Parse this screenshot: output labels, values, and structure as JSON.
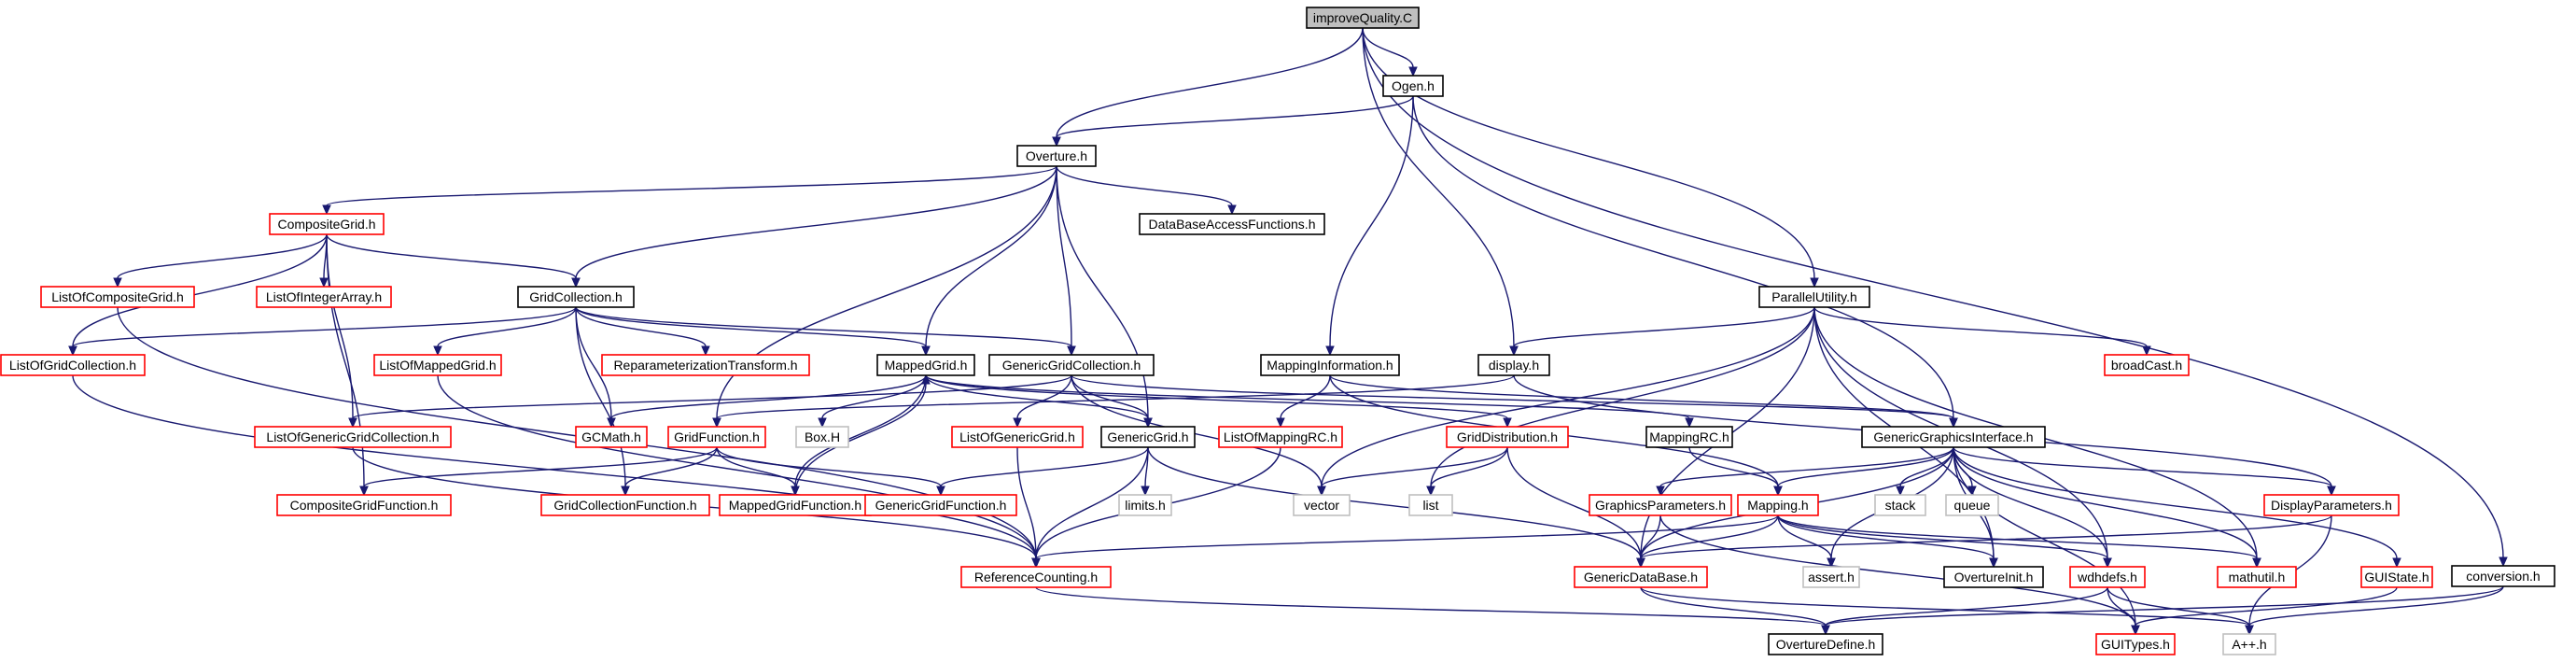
{
  "colors": {
    "root_fill": "#bfbfbf",
    "root_border": "#000000",
    "documented_border": "#000000",
    "undocumented_border": "#ff0000",
    "system_border": "#bfbfbf",
    "edge": "#191970"
  },
  "nodes": [
    {
      "id": "improveQuality",
      "label": "improveQuality.C",
      "kind": "root"
    },
    {
      "id": "Ogen",
      "label": "Ogen.h",
      "kind": "documented"
    },
    {
      "id": "Overture",
      "label": "Overture.h",
      "kind": "documented"
    },
    {
      "id": "conversion",
      "label": "conversion.h",
      "kind": "documented"
    },
    {
      "id": "CompositeGrid",
      "label": "CompositeGrid.h",
      "kind": "undocumented"
    },
    {
      "id": "DataBaseAccessFunctions",
      "label": "DataBaseAccessFunctions.h",
      "kind": "documented"
    },
    {
      "id": "ListOfCompositeGrid",
      "label": "ListOfCompositeGrid.h",
      "kind": "undocumented"
    },
    {
      "id": "ListOfIntegerArray",
      "label": "ListOfIntegerArray.h",
      "kind": "undocumented"
    },
    {
      "id": "GridCollection",
      "label": "GridCollection.h",
      "kind": "documented"
    },
    {
      "id": "ParallelUtility",
      "label": "ParallelUtility.h",
      "kind": "documented"
    },
    {
      "id": "ListOfGridCollection",
      "label": "ListOfGridCollection.h",
      "kind": "undocumented"
    },
    {
      "id": "ListOfMappedGrid",
      "label": "ListOfMappedGrid.h",
      "kind": "undocumented"
    },
    {
      "id": "ReparameterizationTransform",
      "label": "ReparameterizationTransform.h",
      "kind": "undocumented"
    },
    {
      "id": "MappedGrid",
      "label": "MappedGrid.h",
      "kind": "documented"
    },
    {
      "id": "GenericGridCollection",
      "label": "GenericGridCollection.h",
      "kind": "documented"
    },
    {
      "id": "MappingInformation",
      "label": "MappingInformation.h",
      "kind": "documented"
    },
    {
      "id": "display",
      "label": "display.h",
      "kind": "documented"
    },
    {
      "id": "broadCast",
      "label": "broadCast.h",
      "kind": "undocumented"
    },
    {
      "id": "ListOfGenericGridCollection",
      "label": "ListOfGenericGridCollection.h",
      "kind": "undocumented"
    },
    {
      "id": "GCMath",
      "label": "GCMath.h",
      "kind": "undocumented"
    },
    {
      "id": "GridFunction",
      "label": "GridFunction.h",
      "kind": "undocumented"
    },
    {
      "id": "BoxH",
      "label": "Box.H",
      "kind": "system"
    },
    {
      "id": "ListOfGenericGrid",
      "label": "ListOfGenericGrid.h",
      "kind": "undocumented"
    },
    {
      "id": "GenericGrid",
      "label": "GenericGrid.h",
      "kind": "documented"
    },
    {
      "id": "ListOfMappingRC",
      "label": "ListOfMappingRC.h",
      "kind": "undocumented"
    },
    {
      "id": "GridDistribution",
      "label": "GridDistribution.h",
      "kind": "undocumented"
    },
    {
      "id": "MappingRC",
      "label": "MappingRC.h",
      "kind": "documented"
    },
    {
      "id": "GenericGraphicsInterface",
      "label": "GenericGraphicsInterface.h",
      "kind": "documented"
    },
    {
      "id": "CompositeGridFunction",
      "label": "CompositeGridFunction.h",
      "kind": "undocumented"
    },
    {
      "id": "GridCollectionFunction",
      "label": "GridCollectionFunction.h",
      "kind": "undocumented"
    },
    {
      "id": "MappedGridFunction",
      "label": "MappedGridFunction.h",
      "kind": "undocumented"
    },
    {
      "id": "GenericGridFunction",
      "label": "GenericGridFunction.h",
      "kind": "undocumented"
    },
    {
      "id": "limits",
      "label": "limits.h",
      "kind": "system"
    },
    {
      "id": "vector",
      "label": "vector",
      "kind": "system"
    },
    {
      "id": "list",
      "label": "list",
      "kind": "system"
    },
    {
      "id": "GraphicsParameters",
      "label": "GraphicsParameters.h",
      "kind": "undocumented"
    },
    {
      "id": "Mapping",
      "label": "Mapping.h",
      "kind": "undocumented"
    },
    {
      "id": "stack",
      "label": "stack",
      "kind": "system"
    },
    {
      "id": "queue",
      "label": "queue",
      "kind": "system"
    },
    {
      "id": "DisplayParameters",
      "label": "DisplayParameters.h",
      "kind": "undocumented"
    },
    {
      "id": "ReferenceCounting",
      "label": "ReferenceCounting.h",
      "kind": "undocumented"
    },
    {
      "id": "GenericDataBase",
      "label": "GenericDataBase.h",
      "kind": "undocumented"
    },
    {
      "id": "assert",
      "label": "assert.h",
      "kind": "system"
    },
    {
      "id": "OvertureInit",
      "label": "OvertureInit.h",
      "kind": "documented"
    },
    {
      "id": "wdhdefs",
      "label": "wdhdefs.h",
      "kind": "undocumented"
    },
    {
      "id": "mathutil",
      "label": "mathutil.h",
      "kind": "undocumented"
    },
    {
      "id": "GUIState",
      "label": "GUIState.h",
      "kind": "undocumented"
    },
    {
      "id": "OvertureDefine",
      "label": "OvertureDefine.h",
      "kind": "documented"
    },
    {
      "id": "GUITypes",
      "label": "GUITypes.h",
      "kind": "undocumented"
    },
    {
      "id": "Aplusplus",
      "label": "A++.h",
      "kind": "system"
    }
  ]
}
